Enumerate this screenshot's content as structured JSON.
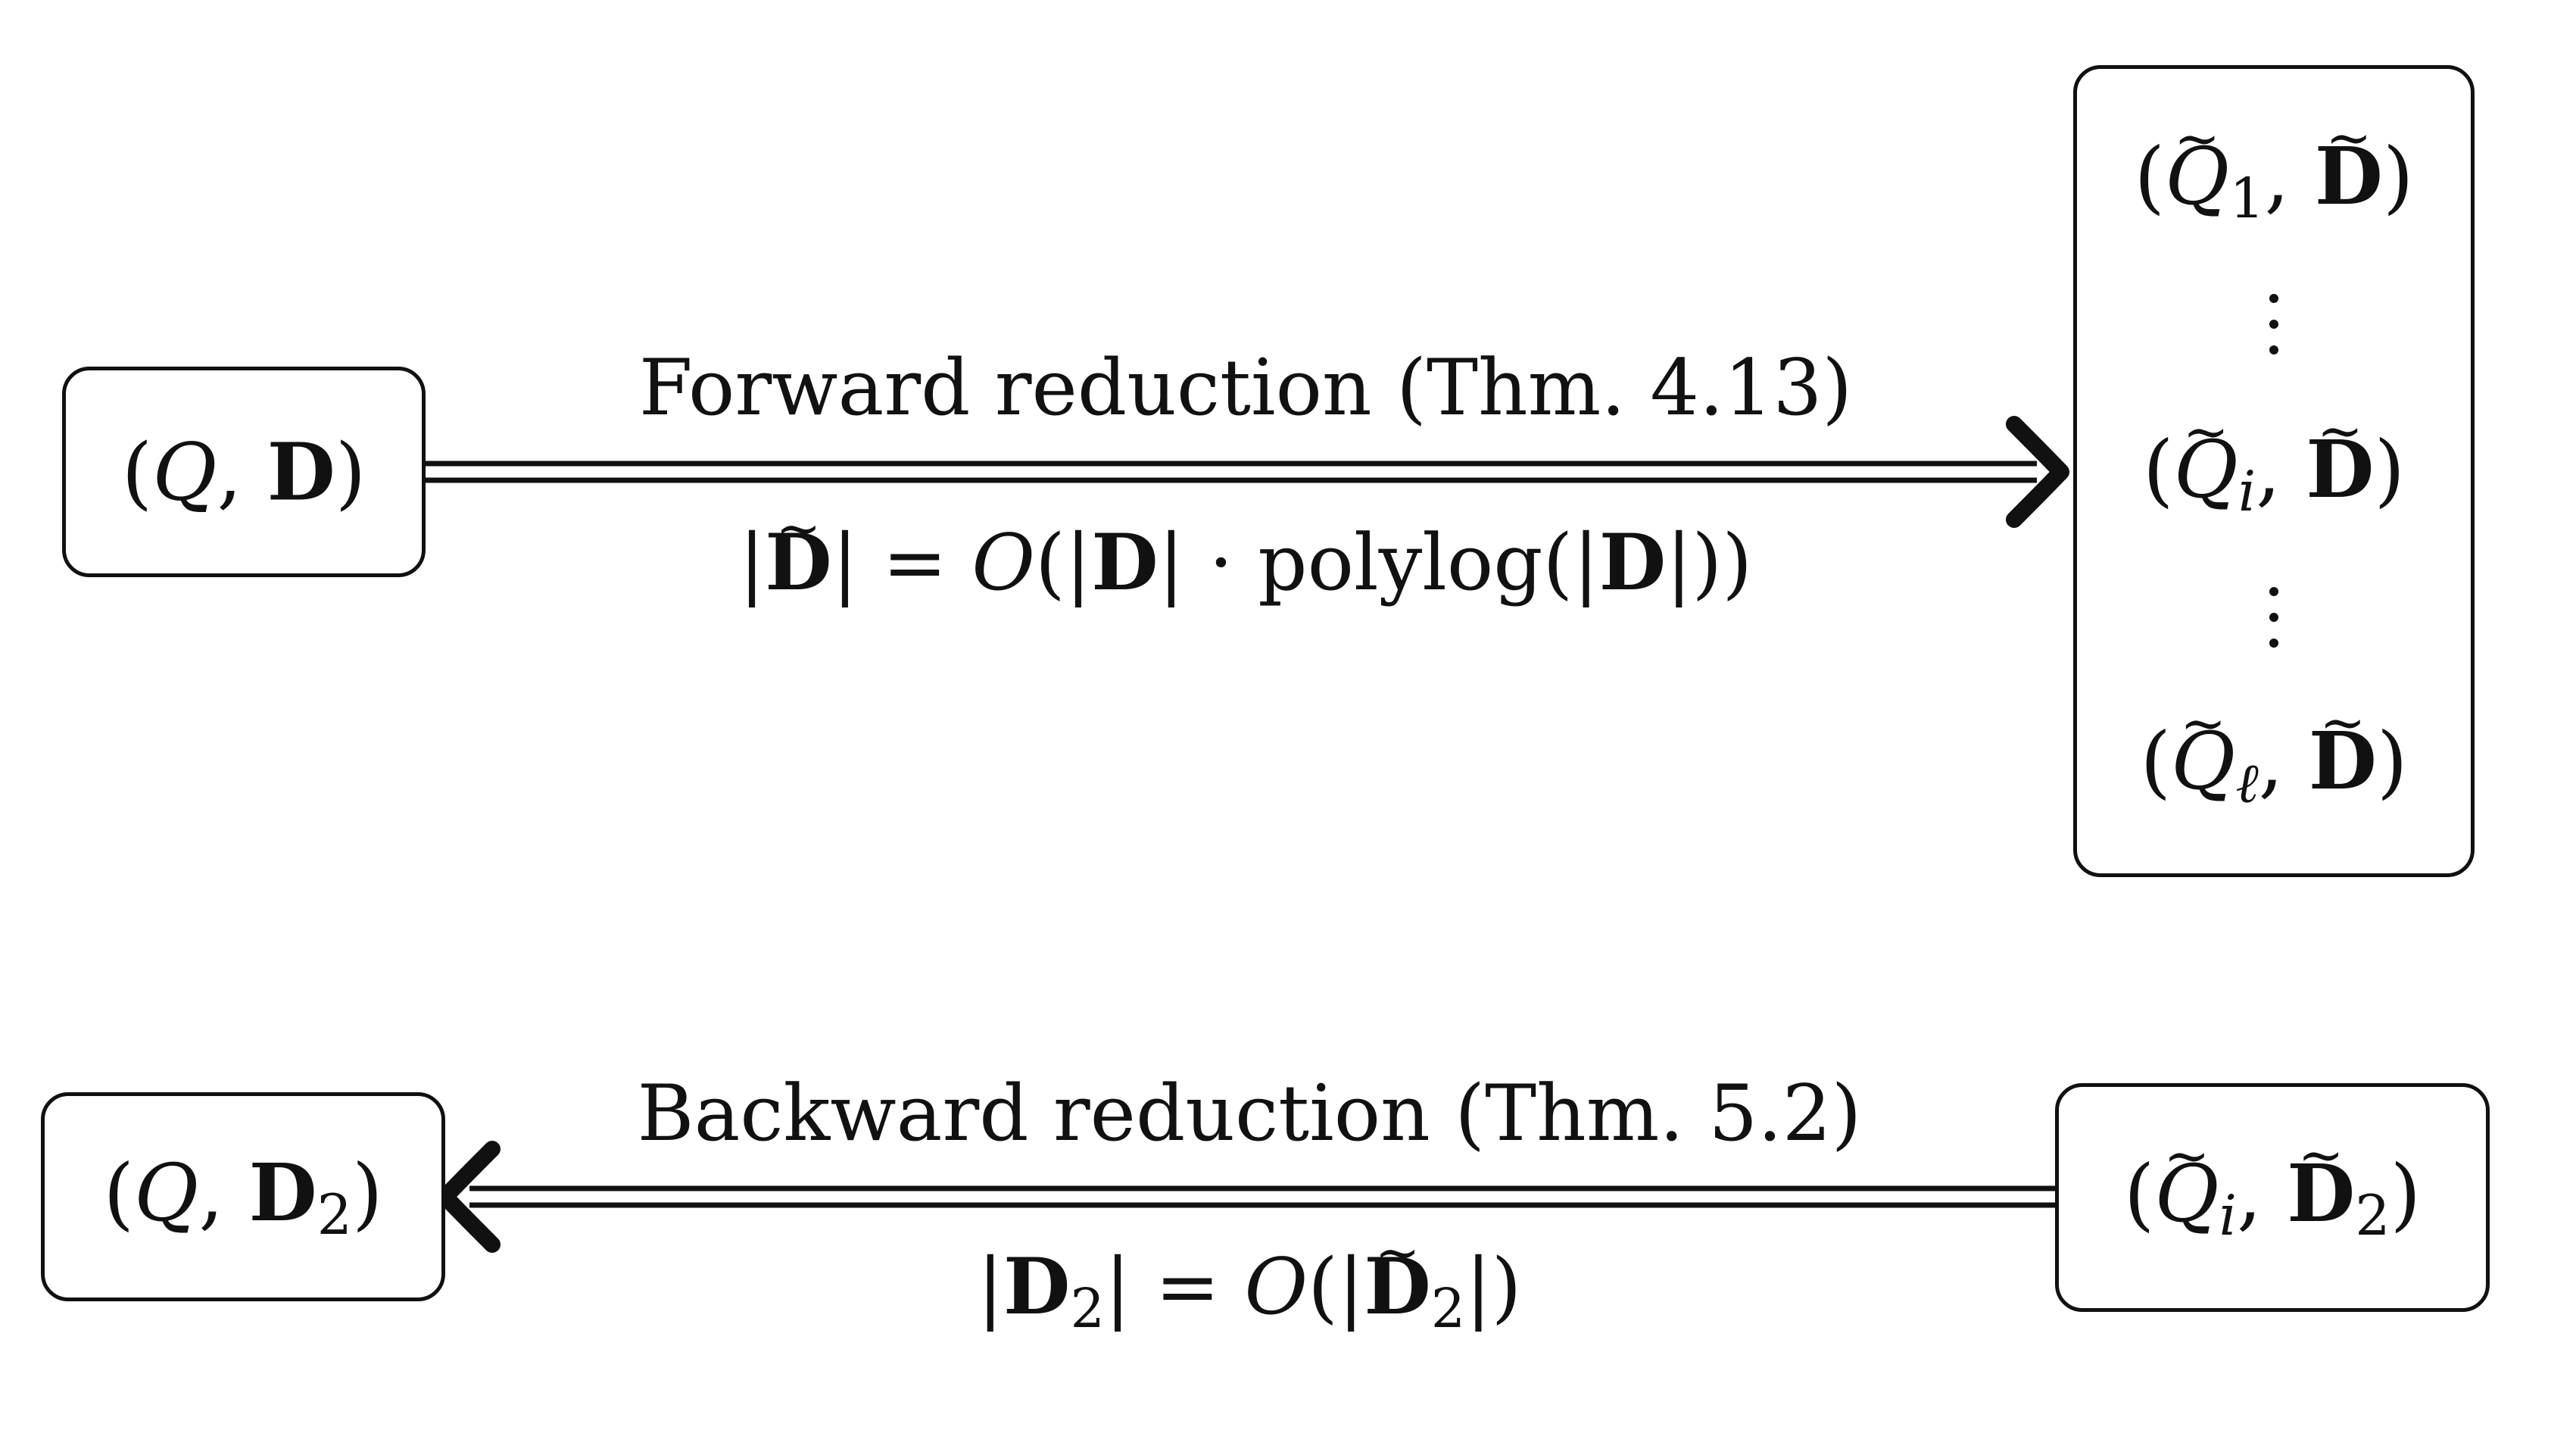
{
  "forward": {
    "source_node": "(Q, D)",
    "title": "Forward reduction (Thm. 4.13)",
    "size_bound": "|D̃| = O(|D| · polylog(|D|))",
    "target_nodes": [
      "(Q̃1, D̃)",
      "(Q̃i, D̃)",
      "(Q̃ℓ, D̃)"
    ]
  },
  "backward": {
    "source_node": "(Q̃i, D̃2)",
    "title": "Backward reduction (Thm. 5.2)",
    "size_bound": "|D2| = O(|D̃2|)",
    "target_node": "(Q, D2)"
  },
  "colors": {
    "ink": "#111111",
    "background": "#ffffff"
  }
}
